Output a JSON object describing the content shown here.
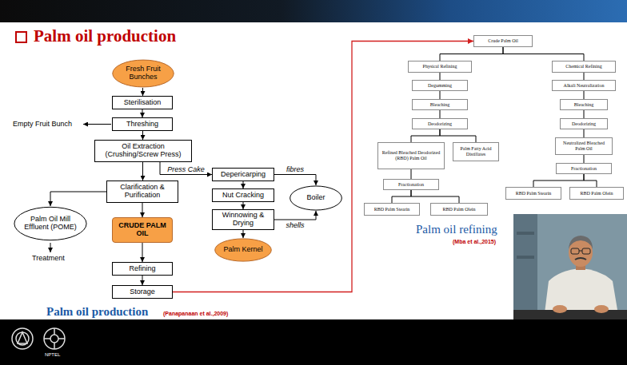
{
  "diagram": {
    "title": "Palm oil production",
    "nodes": [
      {
        "text": [
          "Fresh Fruit Bunches"
        ]
      },
      {
        "text": [
          "Sterilisation"
        ]
      },
      {
        "text": [
          "Threshing"
        ]
      },
      {
        "text": [
          "Oil Extraction (Crushing/Screw Press)"
        ]
      },
      {
        "text": [
          "Clarification & Purification"
        ]
      },
      {
        "text": [
          "Palm Oil Mill Effluent (POME)"
        ]
      },
      {
        "text": [
          "CRUDE PALM OIL"
        ]
      },
      {
        "text": [
          "Refining"
        ]
      },
      {
        "text": [
          "Storage"
        ]
      },
      {
        "text": [
          "Depericarping"
        ]
      },
      {
        "text": [
          "Nut Cracking"
        ]
      },
      {
        "text": [
          "Winnowing & Drying"
        ]
      },
      {
        "text": [
          "Palm Kernel"
        ]
      },
      {
        "text": [
          "Boiler"
        ]
      },
      {
        "text": [
          "Crude Palm Oil"
        ]
      },
      {
        "text": [
          "Physical Refining"
        ]
      },
      {
        "text": [
          "Chemical Refining"
        ]
      },
      {
        "text": [
          "Degumming"
        ]
      },
      {
        "text": [
          "Alkali Neutralization"
        ]
      },
      {
        "text": [
          "Bleaching"
        ]
      },
      {
        "text": [
          "Bleaching"
        ]
      },
      {
        "text": [
          "Deodorizing"
        ]
      },
      {
        "text": [
          "Deodorizing"
        ]
      },
      {
        "text": [
          "Refined Bleached Deodorized (RBD) Palm Oil"
        ]
      },
      {
        "text": [
          "Palm Fatty Acid Distillates"
        ]
      },
      {
        "text": [
          "Neutralized Bleached Palm Oil"
        ]
      },
      {
        "text": [
          "Fractionation"
        ]
      },
      {
        "text": [
          "Fractionation"
        ]
      },
      {
        "text": [
          "RBD Palm Stearin"
        ]
      },
      {
        "text": [
          "RBD Palm Olein"
        ]
      },
      {
        "text": [
          "RBD Palm Stearin"
        ]
      },
      {
        "text": [
          "RBD Palm Olein"
        ]
      }
    ],
    "edges": [
      {
        "from": 0,
        "to": 1,
        "arrow": "to"
      },
      {
        "from": 1,
        "to": 2,
        "arrow": "to"
      },
      {
        "from": 2,
        "to": 3,
        "arrow": "to"
      },
      {
        "from": 3,
        "to": 4,
        "arrow": "to"
      },
      {
        "from": 4,
        "to": 5,
        "arrow": "to"
      },
      {
        "from": 4,
        "to": 6,
        "arrow": "to"
      },
      {
        "from": 6,
        "to": 7,
        "arrow": "to"
      },
      {
        "from": 7,
        "to": 8,
        "arrow": "to"
      },
      {
        "from": 3,
        "to": 9,
        "label": "Press Cake",
        "arrow": "to"
      },
      {
        "from": 9,
        "to": 10,
        "arrow": "to"
      },
      {
        "from": 10,
        "to": 11,
        "arrow": "to"
      },
      {
        "from": 11,
        "to": 12,
        "arrow": "to"
      },
      {
        "from": 9,
        "to": 13,
        "label": "fibres",
        "arrow": "to"
      },
      {
        "from": 11,
        "to": 13,
        "label": "shells",
        "arrow": "to"
      },
      {
        "from": 8,
        "to": 14,
        "arrow": "to"
      },
      {
        "from": 14,
        "to": 15,
        "arrow": "none"
      },
      {
        "from": 14,
        "to": 16,
        "arrow": "none"
      },
      {
        "from": 15,
        "to": 17,
        "arrow": "none"
      },
      {
        "from": 17,
        "to": 19,
        "arrow": "none"
      },
      {
        "from": 19,
        "to": 21,
        "arrow": "none"
      },
      {
        "from": 21,
        "to": 23,
        "arrow": "none"
      },
      {
        "from": 21,
        "to": 24,
        "arrow": "none"
      },
      {
        "from": 23,
        "to": 26,
        "arrow": "none"
      },
      {
        "from": 26,
        "to": 28,
        "arrow": "none"
      },
      {
        "from": 26,
        "to": 29,
        "arrow": "none"
      },
      {
        "from": 16,
        "to": 18,
        "arrow": "none"
      },
      {
        "from": 18,
        "to": 20,
        "arrow": "none"
      },
      {
        "from": 20,
        "to": 22,
        "arrow": "none"
      },
      {
        "from": 22,
        "to": 25,
        "arrow": "none"
      },
      {
        "from": 25,
        "to": 27,
        "arrow": "none"
      },
      {
        "from": 27,
        "to": 30,
        "arrow": "none"
      },
      {
        "from": 27,
        "to": 31,
        "arrow": "none"
      }
    ],
    "labels": [
      "Empty Fruit Bunch",
      "Treatment",
      "Palm oil production",
      "(Panapanaan et al.,2009)",
      "Palm oil refining",
      "(Mba et al.,2015)",
      "NPTEL"
    ]
  }
}
